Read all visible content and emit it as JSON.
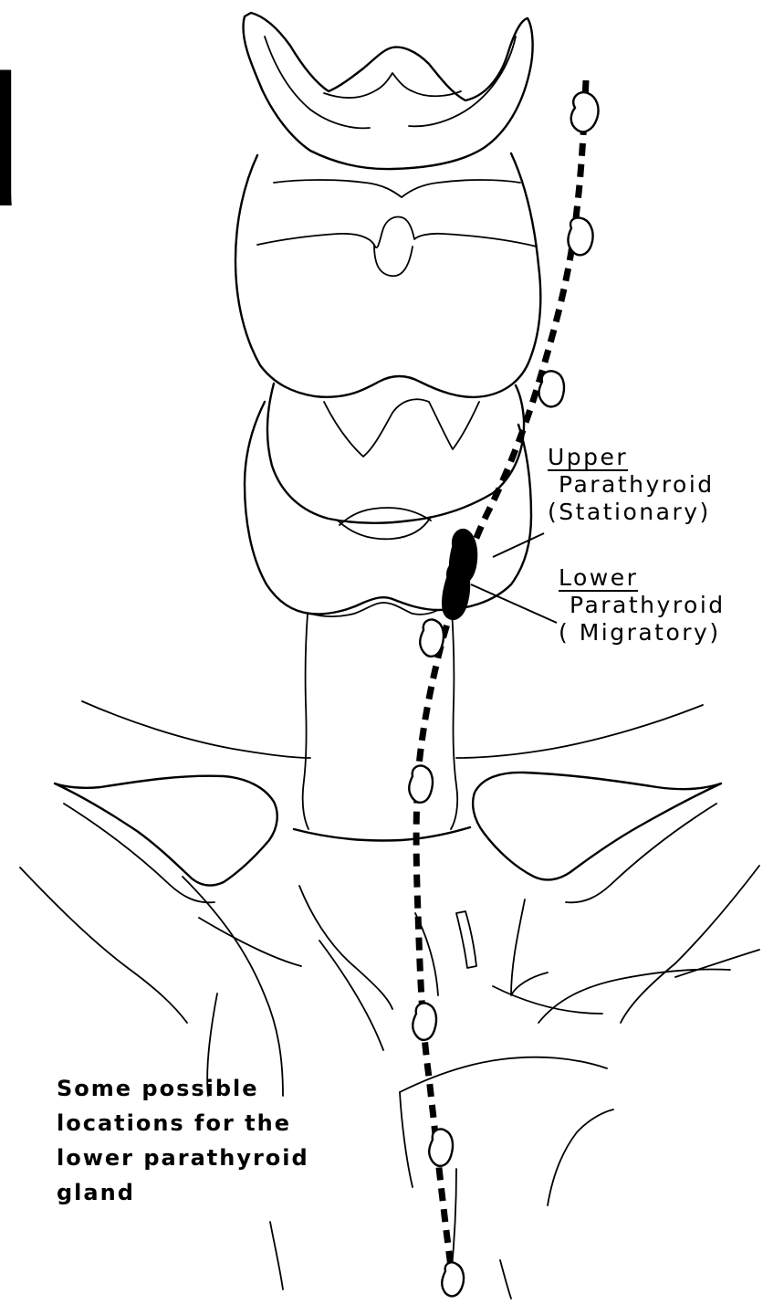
{
  "clipped_glyph": "d",
  "labels": {
    "upper": {
      "title": "Upper",
      "name": "Parathyroid",
      "note": "(Stationary)"
    },
    "lower": {
      "title": "Lower",
      "name": "Parathyroid",
      "note": "( Migratory)"
    }
  },
  "caption": "Some possible\nlocations for the\nlower parathyroid\ngland"
}
